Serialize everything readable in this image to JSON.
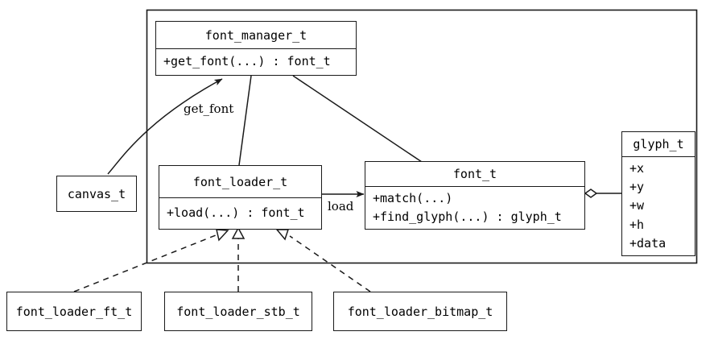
{
  "diagram": {
    "type": "uml-class-diagram",
    "colors": {
      "stroke": "#1a1a1a",
      "background": "#ffffff",
      "text": "#000000"
    },
    "frame": {
      "name": "outer-package-frame"
    },
    "classes": [
      {
        "id": "font_manager_t",
        "name": "font_manager_t",
        "members": [
          "+get_font(...) : font_t"
        ]
      },
      {
        "id": "canvas_t",
        "name": "canvas_t",
        "members": []
      },
      {
        "id": "font_loader_t",
        "name": "font_loader_t",
        "members": [
          "+load(...) : font_t"
        ]
      },
      {
        "id": "font_t",
        "name": "font_t",
        "members": [
          "+match(...)",
          "+find_glyph(...) : glyph_t"
        ]
      },
      {
        "id": "glyph_t",
        "name": "glyph_t",
        "members": [
          "+x",
          "+y",
          "+w",
          "+h",
          "+data"
        ]
      },
      {
        "id": "font_loader_ft_t",
        "name": "font_loader_ft_t",
        "members": []
      },
      {
        "id": "font_loader_stb_t",
        "name": "font_loader_stb_t",
        "members": []
      },
      {
        "id": "font_loader_bitmap_t",
        "name": "font_loader_bitmap_t",
        "members": []
      }
    ],
    "edge_labels": [
      {
        "id": "get_font",
        "text": "get_font"
      },
      {
        "id": "load",
        "text": "load"
      }
    ],
    "relationships": [
      {
        "from": "canvas_t",
        "to": "font_manager_t",
        "style": "curved-solid",
        "arrow": "filled-arrowhead",
        "label": "get_font"
      },
      {
        "from": "font_manager_t",
        "to": "font_loader_t",
        "style": "solid",
        "arrow": "none"
      },
      {
        "from": "font_manager_t",
        "to": "font_t",
        "style": "solid",
        "arrow": "none"
      },
      {
        "from": "font_loader_t",
        "to": "font_t",
        "style": "solid",
        "arrow": "filled-arrowhead",
        "label": "load"
      },
      {
        "from": "font_t",
        "to": "glyph_t",
        "style": "solid",
        "arrow": "hollow-diamond-aggregation"
      },
      {
        "from": "font_loader_ft_t",
        "to": "font_loader_t",
        "style": "dashed",
        "arrow": "hollow-triangle-realization"
      },
      {
        "from": "font_loader_stb_t",
        "to": "font_loader_t",
        "style": "dashed",
        "arrow": "hollow-triangle-realization"
      },
      {
        "from": "font_loader_bitmap_t",
        "to": "font_loader_t",
        "style": "dashed",
        "arrow": "hollow-triangle-realization"
      }
    ]
  }
}
